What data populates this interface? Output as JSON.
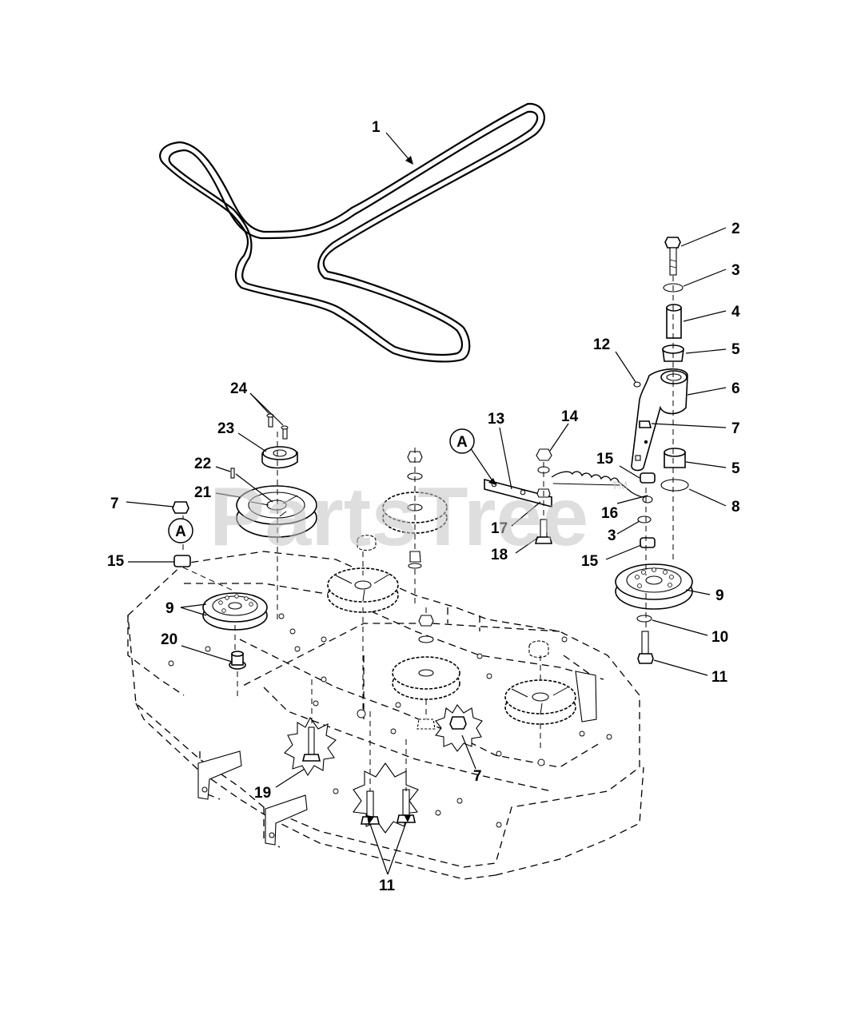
{
  "watermark": {
    "text": "PartsTree",
    "tm": "TM"
  },
  "reference_marks": [
    {
      "id": "mark-a-left",
      "label": "A"
    },
    {
      "id": "mark-a-bracket",
      "label": "A"
    }
  ],
  "callouts": [
    {
      "id": "c1",
      "label": "1"
    },
    {
      "id": "c2",
      "label": "2"
    },
    {
      "id": "c3a",
      "label": "3"
    },
    {
      "id": "c4",
      "label": "4"
    },
    {
      "id": "c5a",
      "label": "5"
    },
    {
      "id": "c12",
      "label": "12"
    },
    {
      "id": "c6",
      "label": "6"
    },
    {
      "id": "c7a",
      "label": "7"
    },
    {
      "id": "c5b",
      "label": "5"
    },
    {
      "id": "c8",
      "label": "8"
    },
    {
      "id": "c3b",
      "label": "3"
    },
    {
      "id": "c15a",
      "label": "15"
    },
    {
      "id": "c16",
      "label": "16"
    },
    {
      "id": "c15b",
      "label": "15"
    },
    {
      "id": "c9a",
      "label": "9"
    },
    {
      "id": "c10",
      "label": "10"
    },
    {
      "id": "c11a",
      "label": "11"
    },
    {
      "id": "c13",
      "label": "13"
    },
    {
      "id": "c14",
      "label": "14"
    },
    {
      "id": "c17",
      "label": "17"
    },
    {
      "id": "c18",
      "label": "18"
    },
    {
      "id": "c24",
      "label": "24"
    },
    {
      "id": "c23",
      "label": "23"
    },
    {
      "id": "c22",
      "label": "22"
    },
    {
      "id": "c21",
      "label": "21"
    },
    {
      "id": "c7b",
      "label": "7"
    },
    {
      "id": "c15c",
      "label": "15"
    },
    {
      "id": "c9b",
      "label": "9"
    },
    {
      "id": "c20",
      "label": "20"
    },
    {
      "id": "c19",
      "label": "19"
    },
    {
      "id": "c7c",
      "label": "7"
    },
    {
      "id": "c11b",
      "label": "11"
    }
  ]
}
